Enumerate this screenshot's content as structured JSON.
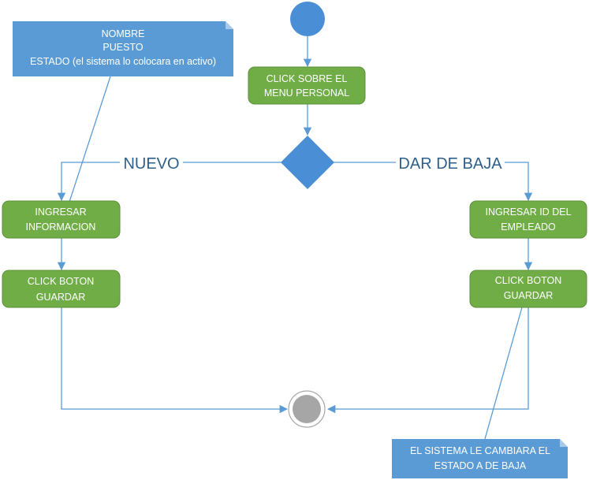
{
  "diagram": {
    "note_top": {
      "lines": [
        "NOMBRE",
        "PUESTO",
        "ESTADO (el sistema lo colocara en activo)"
      ]
    },
    "click_menu": {
      "lines": [
        "CLICK SOBRE EL",
        "MENU PERSONAL"
      ]
    },
    "branch_new": {
      "label": "NUEVO"
    },
    "branch_remove": {
      "label": "DAR DE BAJA"
    },
    "ingresar_info": {
      "lines": [
        "INGRESAR",
        "INFORMACION"
      ]
    },
    "guardar_left": {
      "lines": [
        "CLICK BOTON",
        "GUARDAR"
      ]
    },
    "ingresar_id": {
      "lines": [
        "INGRESAR ID DEL",
        "EMPLEADO"
      ]
    },
    "guardar_right": {
      "lines": [
        "CLICK BOTON",
        "GUARDAR"
      ]
    },
    "note_bottom": {
      "lines": [
        "EL SISTEMA LE CAMBIARA EL",
        "ESTADO A DE BAJA"
      ]
    },
    "colors": {
      "note": "#5b9bd5",
      "action": "#70ad47",
      "action_border": "#5b8f3a",
      "decision": "#4a8fd6",
      "start": "#4a8fd6",
      "end": "#a6a6a6",
      "line": "#5b9bd5",
      "branch_text": "#2e5f8a"
    }
  }
}
